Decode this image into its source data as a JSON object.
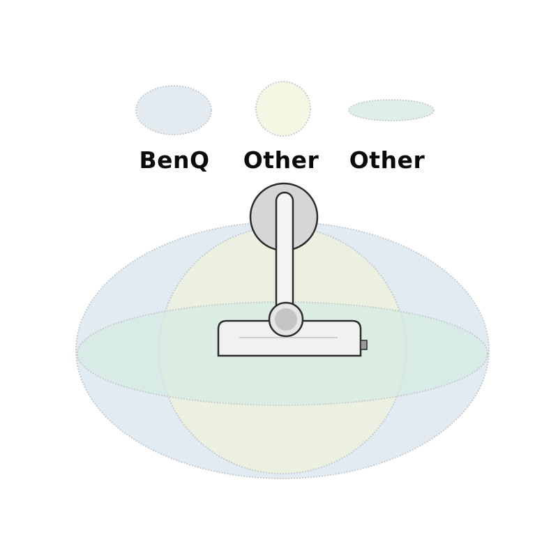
{
  "legend": [
    {
      "label": "BenQ",
      "color": "#e3ebf1",
      "shape": "wide-oval"
    },
    {
      "label": "Other",
      "color": "#f5f6e3",
      "shape": "circle"
    },
    {
      "label": "Other",
      "color": "#e0eee9",
      "shape": "flat-oval"
    }
  ],
  "diagram": {
    "subject": "monitor-light-bar-top-view",
    "zones": [
      {
        "legend_index": 0,
        "color": "#dde8ee"
      },
      {
        "legend_index": 1,
        "color": "#eef1d9"
      },
      {
        "legend_index": 2,
        "color": "#d4ebe3"
      }
    ],
    "colors": {
      "outline": "#2b2b2b",
      "device_body": "#f1f1f1",
      "arm": "#f4f4f4",
      "joint": "#cfcfd1",
      "base_disc": "#d6d6d8",
      "dotted_stroke": "#c8ccd0"
    }
  }
}
